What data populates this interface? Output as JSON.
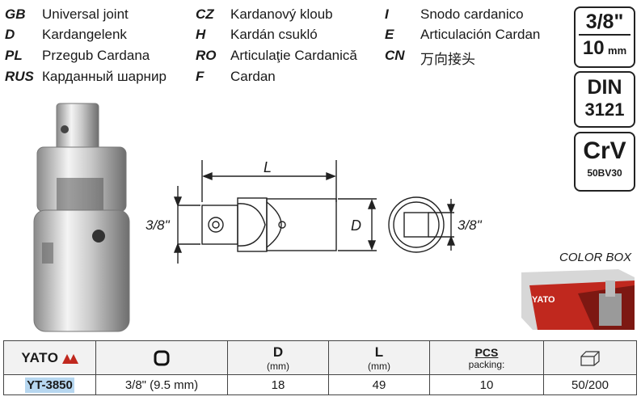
{
  "languages": [
    {
      "code": "GB",
      "name": "Universal joint"
    },
    {
      "code": "D",
      "name": "Kardangelenk"
    },
    {
      "code": "PL",
      "name": "Przegub Cardana"
    },
    {
      "code": "RUS",
      "name": "Карданный шарнир"
    },
    {
      "code": "CZ",
      "name": "Kardanový kloub"
    },
    {
      "code": "H",
      "name": "Kardán csukló"
    },
    {
      "code": "RO",
      "name": "Articulaţie Cardanică"
    },
    {
      "code": "F",
      "name": "Cardan"
    },
    {
      "code": "I",
      "name": "Snodo cardanico"
    },
    {
      "code": "E",
      "name": "Articulación Cardan"
    },
    {
      "code": "CN",
      "name": "万向接头"
    }
  ],
  "badges": {
    "size_inch": "3/8\"",
    "size_mm_value": "10",
    "size_mm_unit": "mm",
    "din_label": "DIN",
    "din_number": "3121",
    "material": "CrV",
    "material_grade": "50BV30"
  },
  "drawing": {
    "length_label": "L",
    "diameter_label": "D",
    "drive_label_left": "3/8\"",
    "drive_label_right": "3/8\""
  },
  "color_box": {
    "label": "COLOR BOX",
    "brand": "YATO"
  },
  "table": {
    "brand": "YATO",
    "headers": {
      "d_main": "D",
      "d_sub": "(mm)",
      "l_main": "L",
      "l_sub": "(mm)",
      "pcs_main": "PCS",
      "pcs_sub": "packing:"
    },
    "row": {
      "code": "YT-3850",
      "drive": "3/8\" (9.5 mm)",
      "d": "18",
      "l": "49",
      "pcs": "10",
      "box": "50/200"
    }
  },
  "colors": {
    "highlight": "#b7d7f0",
    "brand_red": "#c0281e"
  }
}
